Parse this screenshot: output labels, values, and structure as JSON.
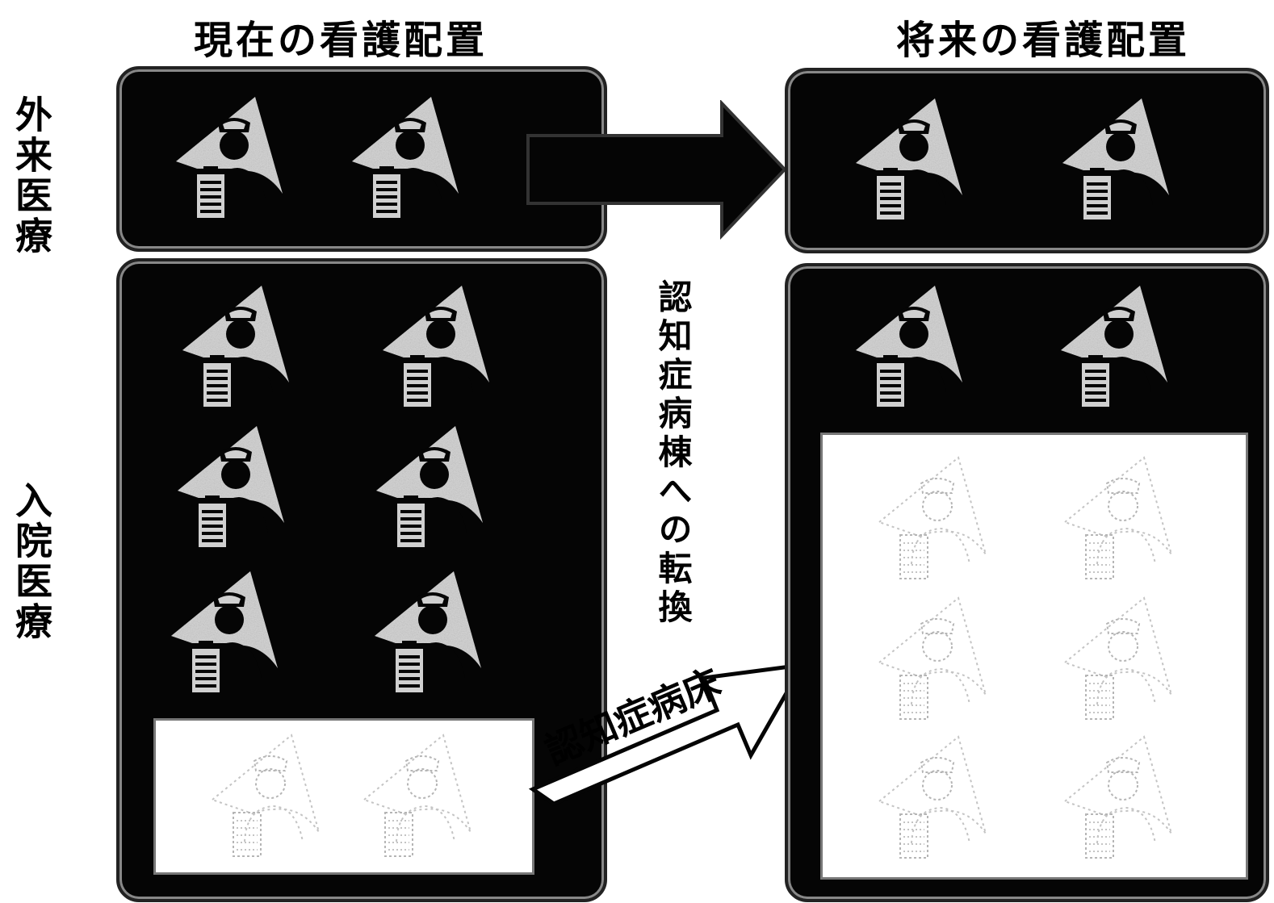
{
  "titles": {
    "current": "現在の看護配置",
    "future": "将来の看護配置"
  },
  "row_labels": {
    "outpatient": "外来医療",
    "inpatient": "入院医療"
  },
  "transition_text": "認知症病棟への転換",
  "arrow_label": "認知症病床",
  "icons": {
    "nurse": "nurse-icon",
    "nurse_faded": "nurse-faded-icon"
  },
  "colors": {
    "panel": "#050505",
    "icon_fill": "#cfcfcf",
    "faded": "#b5b5b5"
  }
}
